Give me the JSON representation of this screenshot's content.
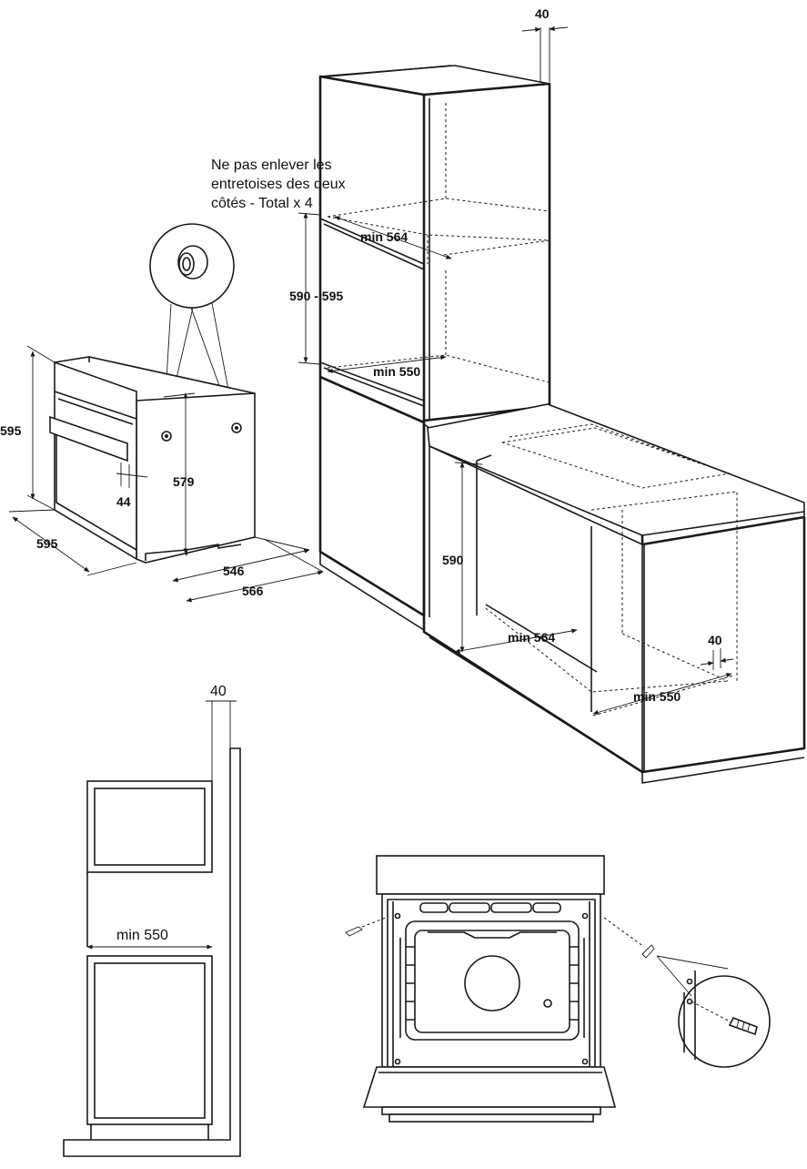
{
  "note": {
    "line1": "Ne pas enlever les",
    "line2": "entretoises des deux",
    "line3": "côtés - Total x 4"
  },
  "oven_dims": {
    "height": "595",
    "width": "595",
    "depth_inner": "546",
    "depth_outer": "566",
    "inner_height": "579",
    "panel": "44"
  },
  "column_dims": {
    "top_gap": "40",
    "opening_width": "min 564",
    "opening_height": "590 - 595",
    "opening_depth": "min 550"
  },
  "counter_dims": {
    "height": "590",
    "width": "min 564",
    "gap": "40",
    "depth": "min 550"
  },
  "section_dims": {
    "gap": "40",
    "depth": "min 550"
  }
}
